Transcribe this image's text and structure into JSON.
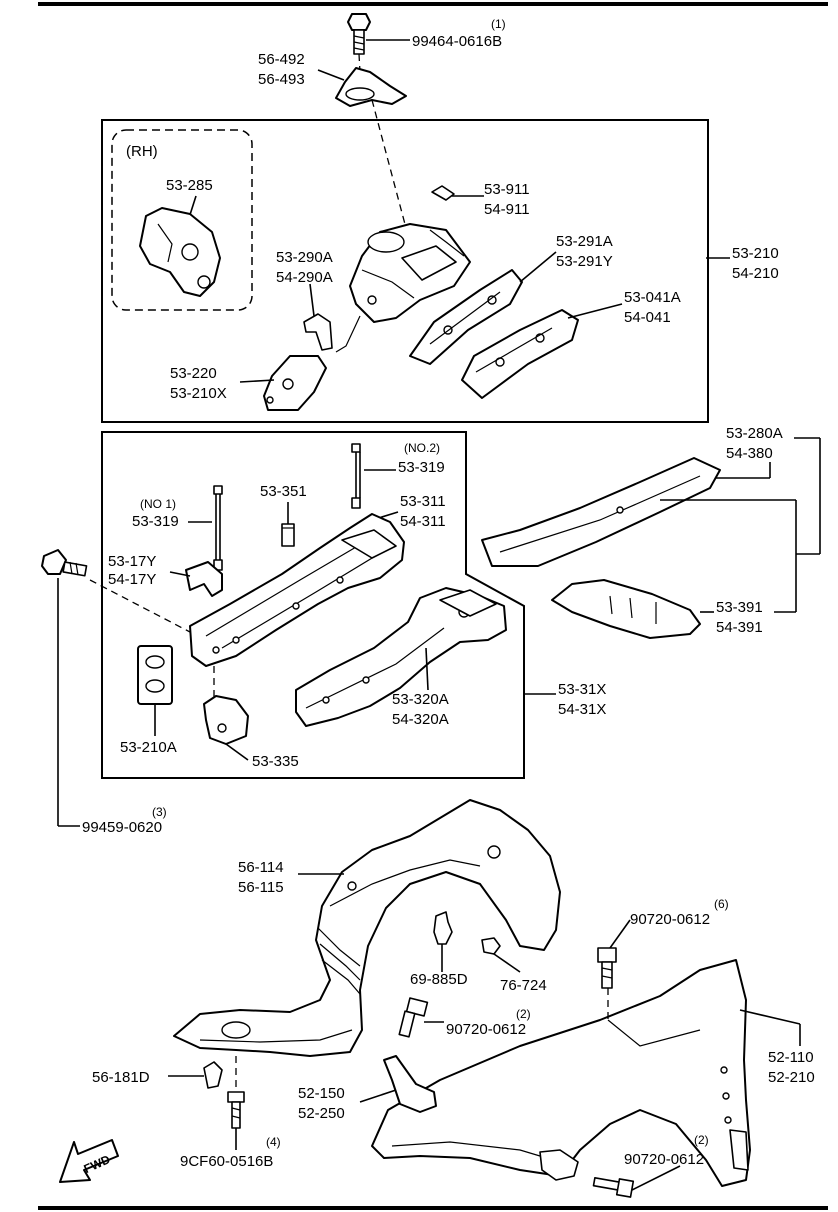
{
  "callouts": {
    "bolt_top_num": "(1)",
    "bolt_top": "99464-0616B",
    "bracket_a": "56-492",
    "bracket_b": "56-493",
    "rh": "(RH)",
    "rh_part": "53-285",
    "clip_a": "53-911",
    "clip_b": "54-911",
    "apron_a": "53-210",
    "apron_b": "54-210",
    "panel_291a": "53-291A",
    "panel_291b": "53-291Y",
    "brk290a": "53-290A",
    "brk290b": "54-290A",
    "rail041a": "53-041A",
    "rail041b": "54-041",
    "brk220a": "53-220",
    "brk220b": "53-210X",
    "rail280a": "53-280A",
    "rail280b": "54-380",
    "no2": "(NO.2)",
    "bolt319_2": "53-319",
    "no1": "(NO 1)",
    "bolt319_1": "53-319",
    "pin351": "53-351",
    "ext311a": "53-311",
    "ext311b": "54-311",
    "brk17a": "53-17Y",
    "brk17b": "54-17Y",
    "plate210a": "53-210A",
    "brk335": "53-335",
    "member320a": "53-320A",
    "member320b": "54-320A",
    "assy31a": "53-31X",
    "assy31b": "54-31X",
    "member391a": "53-391",
    "member391b": "54-391",
    "bolt_left_num": "(3)",
    "bolt_left": "99459-0620",
    "liner_a": "56-114",
    "liner_b": "56-115",
    "screw_num6": "(6)",
    "screw6": "90720-0612",
    "clip885": "69-885D",
    "clip724": "76-724",
    "screw_num2a": "(2)",
    "screw2a": "90720-0612",
    "fender_a": "52-110",
    "fender_b": "52-210",
    "clip181": "56-181D",
    "brk150a": "52-150",
    "brk150b": "52-250",
    "screw_num4": "(4)",
    "screw4": "9CF60-0516B",
    "screw_num2b": "(2)",
    "screw2b": "90720-0612",
    "fwd": "FWD"
  }
}
